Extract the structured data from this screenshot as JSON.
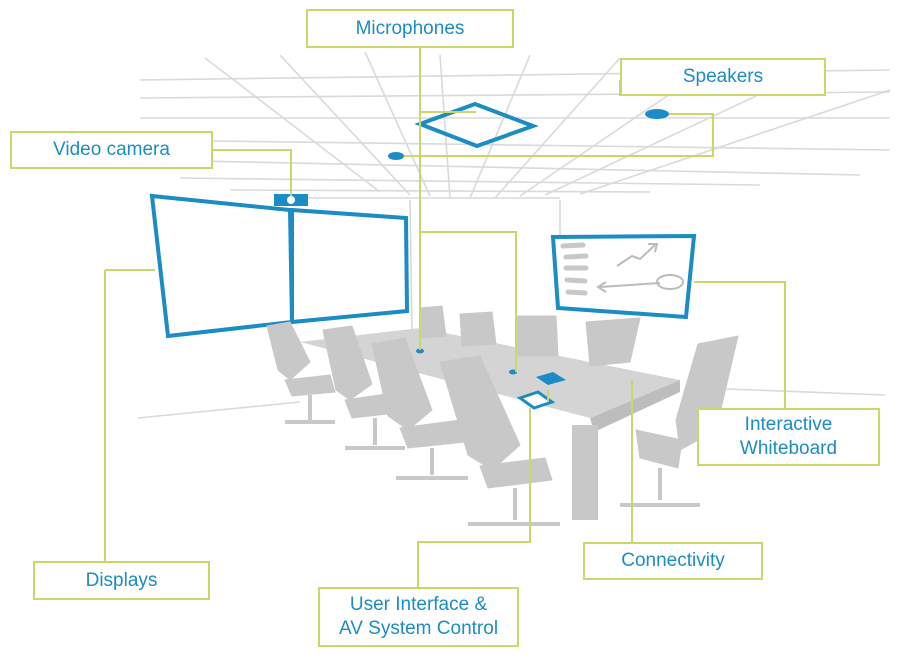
{
  "colors": {
    "accent_blue": "#1b8cc4",
    "callout_border": "#c9d86a",
    "leader_line": "#c9d86a",
    "ceiling_grid": "#d9d9d9",
    "furniture": "#c8c8c8"
  },
  "labels": {
    "microphones": "Microphones",
    "speakers": "Speakers",
    "video_camera": "Video camera",
    "interactive_whiteboard_line1": "Interactive",
    "interactive_whiteboard_line2": "Whiteboard",
    "displays": "Displays",
    "connectivity": "Connectivity",
    "ui_control_line1": "User Interface &",
    "ui_control_line2": "AV System Control"
  }
}
